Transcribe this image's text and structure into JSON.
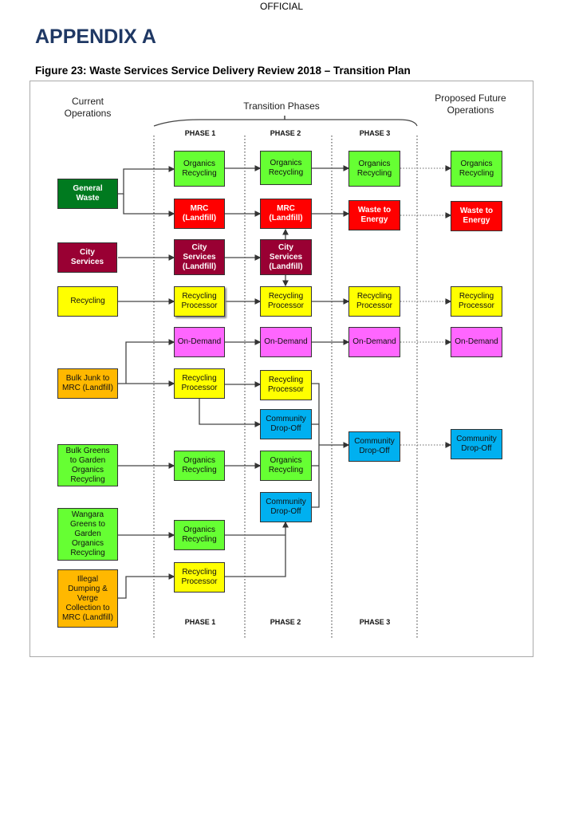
{
  "header": {
    "classification": "OFFICIAL",
    "title": "APPENDIX A",
    "figure_caption": "Figure 23: Waste Services Service Delivery Review 2018 – Transition Plan"
  },
  "diagram": {
    "headings": {
      "current": "Current\nOperations",
      "transition": "Transition Phases",
      "future": "Proposed Future\nOperations"
    },
    "phases_top": [
      "PHASE 1",
      "PHASE 2",
      "PHASE 3"
    ],
    "phases_bottom": [
      "PHASE 1",
      "PHASE 2",
      "PHASE 3"
    ],
    "colors": {
      "dark_green": "#007A1F",
      "maroon": "#990033",
      "yellow": "#FFFF00",
      "orange": "#FFB800",
      "lime": "#66FF33",
      "red": "#FF0000",
      "magenta": "#FF66FF",
      "blue": "#00B0F0"
    },
    "boxes": [
      {
        "id": "c0_general",
        "label": "General\nWaste",
        "color": "dark_green",
        "dark": true
      },
      {
        "id": "c0_city",
        "label": "City\nServices",
        "color": "maroon",
        "dark": true
      },
      {
        "id": "c0_recycling",
        "label": "Recycling",
        "color": "yellow"
      },
      {
        "id": "c0_bulkjunk",
        "label": "Bulk Junk to\nMRC (Landfill)",
        "color": "orange"
      },
      {
        "id": "c0_bulkgreens",
        "label": "Bulk Greens\nto Garden\nOrganics\nRecycling",
        "color": "lime"
      },
      {
        "id": "c0_wangara",
        "label": "Wangara\nGreens to\nGarden\nOrganics\nRecycling",
        "color": "lime"
      },
      {
        "id": "c0_illegal",
        "label": "Illegal\nDumping &\nVerge\nCollection to\nMRC (Landfill)",
        "color": "orange"
      },
      {
        "id": "c1_organics",
        "label": "Organics\nRecycling",
        "color": "lime"
      },
      {
        "id": "c1_mrc",
        "label": "MRC\n(Landfill)",
        "color": "red",
        "dark": true
      },
      {
        "id": "c1_city",
        "label": "City\nServices\n(Landfill)",
        "color": "maroon",
        "dark": true
      },
      {
        "id": "c1_recproc",
        "label": "Recycling\nProcessor",
        "color": "yellow"
      },
      {
        "id": "c1_ondemand",
        "label": "On-Demand",
        "color": "magenta"
      },
      {
        "id": "c1_recproc2",
        "label": "Recycling\nProcessor",
        "color": "yellow"
      },
      {
        "id": "c1_organics2",
        "label": "Organics\nRecycling",
        "color": "lime"
      },
      {
        "id": "c1_organics3",
        "label": "Organics\nRecycling",
        "color": "lime"
      },
      {
        "id": "c1_recproc3",
        "label": "Recycling\nProcessor",
        "color": "yellow"
      },
      {
        "id": "c2_organics",
        "label": "Organics\nRecycling",
        "color": "lime"
      },
      {
        "id": "c2_mrc",
        "label": "MRC\n(Landfill)",
        "color": "red",
        "dark": true
      },
      {
        "id": "c2_city",
        "label": "City\nServices\n(Landfill)",
        "color": "maroon",
        "dark": true
      },
      {
        "id": "c2_recproc",
        "label": "Recycling\nProcessor",
        "color": "yellow"
      },
      {
        "id": "c2_ondemand",
        "label": "On-Demand",
        "color": "magenta"
      },
      {
        "id": "c2_recproc2",
        "label": "Recycling\nProcessor",
        "color": "yellow"
      },
      {
        "id": "c2_cdo",
        "label": "Community\nDrop-Off",
        "color": "blue"
      },
      {
        "id": "c2_organics2",
        "label": "Organics\nRecycling",
        "color": "lime"
      },
      {
        "id": "c2_cdo2",
        "label": "Community\nDrop-Off",
        "color": "blue"
      },
      {
        "id": "c3_organics",
        "label": "Organics\nRecycling",
        "color": "lime"
      },
      {
        "id": "c3_wte",
        "label": "Waste to\nEnergy",
        "color": "red",
        "dark": true
      },
      {
        "id": "c3_recproc",
        "label": "Recycling\nProcessor",
        "color": "yellow"
      },
      {
        "id": "c3_ondemand",
        "label": "On-Demand",
        "color": "magenta"
      },
      {
        "id": "c3_cdo",
        "label": "Community\nDrop-Off",
        "color": "blue"
      },
      {
        "id": "c4_organics",
        "label": "Organics\nRecycling",
        "color": "lime"
      },
      {
        "id": "c4_wte",
        "label": "Waste to\nEnergy",
        "color": "red",
        "dark": true
      },
      {
        "id": "c4_recproc",
        "label": "Recycling\nProcessor",
        "color": "yellow"
      },
      {
        "id": "c4_ondemand",
        "label": "On-Demand",
        "color": "magenta"
      },
      {
        "id": "c4_cdo",
        "label": "Community\nDrop-Off",
        "color": "blue"
      }
    ]
  }
}
